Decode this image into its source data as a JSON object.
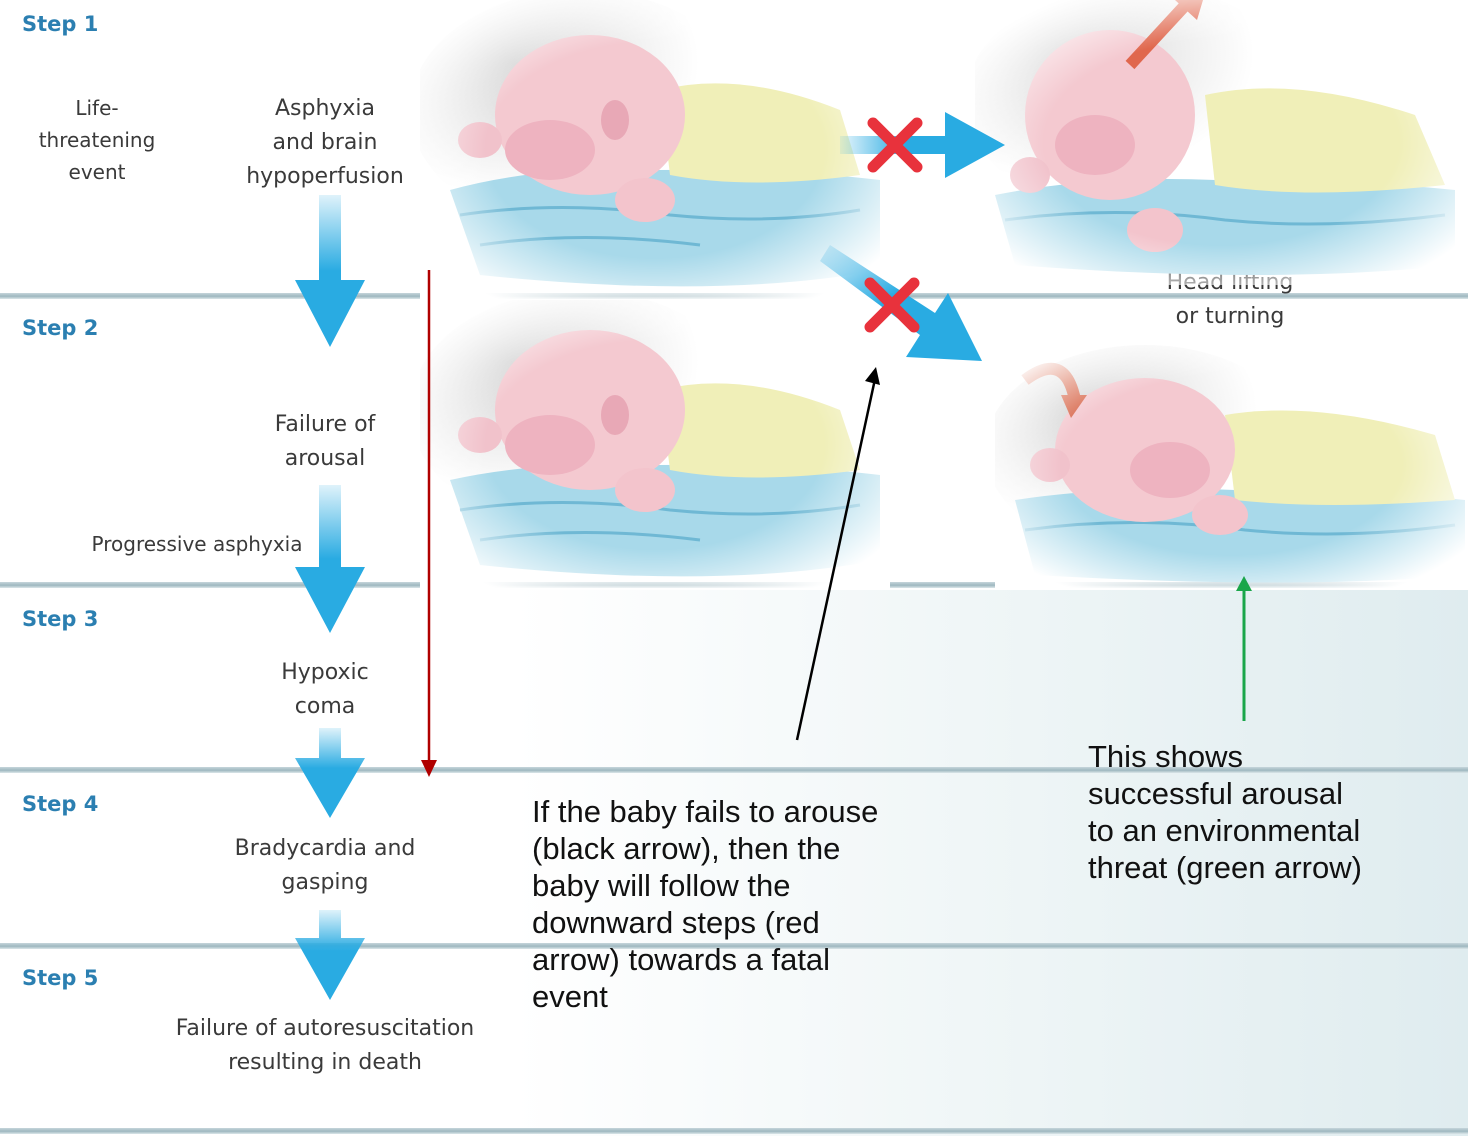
{
  "steps": [
    {
      "label": "Step 1"
    },
    {
      "label": "Step 2"
    },
    {
      "label": "Step 3"
    },
    {
      "label": "Step 4"
    },
    {
      "label": "Step 5"
    }
  ],
  "labels": {
    "life_threatening": "Life-\nthreatening\nevent",
    "asphyxia": "Asphyxia\nand brain\nhypoperfusion",
    "failure_arousal": "Failure of\narousal",
    "progressive": "Progressive asphyxia",
    "hypoxic_coma": "Hypoxic\ncoma",
    "bradycardia": "Bradycardia and\ngasping",
    "failure_autoresus": "Failure of autoresuscitation\nresulting in death",
    "head_lifting": "Head lifting\nor turning"
  },
  "notes": {
    "fail_arouse": "If the baby fails to arouse\n(black arrow), then the\nbaby will follow the\ndownward steps (red\narrow) towards a fatal\nevent",
    "success": "This shows\nsuccessful arousal\nto an environmental\nthreat (green arrow)"
  },
  "colors": {
    "step_blue": "#2b7fb1",
    "flow_arrow": "#29abe2",
    "red_arrow": "#b00000",
    "green_arrow": "#1aa64a",
    "cross": "#e8323c"
  }
}
